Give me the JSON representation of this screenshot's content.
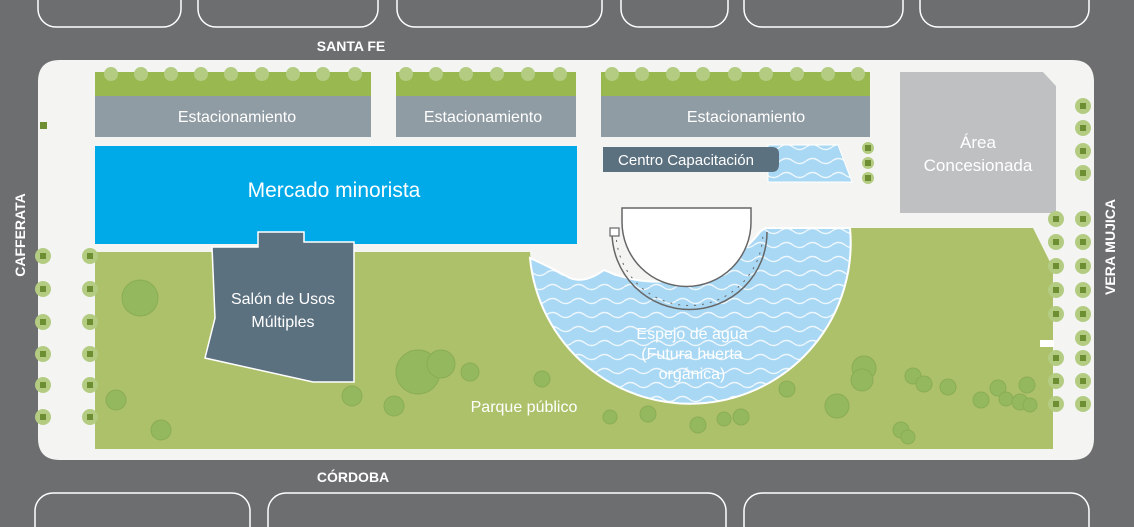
{
  "streets": {
    "north": "SANTA FE",
    "south": "CÓRDOBA",
    "west": "CAFFERATA",
    "east": "VERA MUJICA"
  },
  "areas": {
    "parking_1": "Estacionamiento",
    "parking_2": "Estacionamiento",
    "parking_3": "Estacionamiento",
    "training_center": "Centro Capacitación",
    "concession_line1": "Área",
    "concession_line2": "Concesionada",
    "retail_market": "Mercado minorista",
    "multipurpose_line1": "Salón de Usos",
    "multipurpose_line2": "Múltiples",
    "water_line1": "Espejo de agua",
    "water_line2": "(Futura huerta",
    "water_line3": "orgánica)",
    "park": "Parque público"
  },
  "colors": {
    "road": "#6d6e70",
    "block": "#f4f5f3",
    "park": "#adc16a",
    "tree": "#93b85d",
    "parking": "#909ca3",
    "hedge": "#99b950",
    "market": "#00a9e8",
    "hall": "#5c7180",
    "water": "#a9d8f4",
    "concession": "#bfc0c2"
  }
}
